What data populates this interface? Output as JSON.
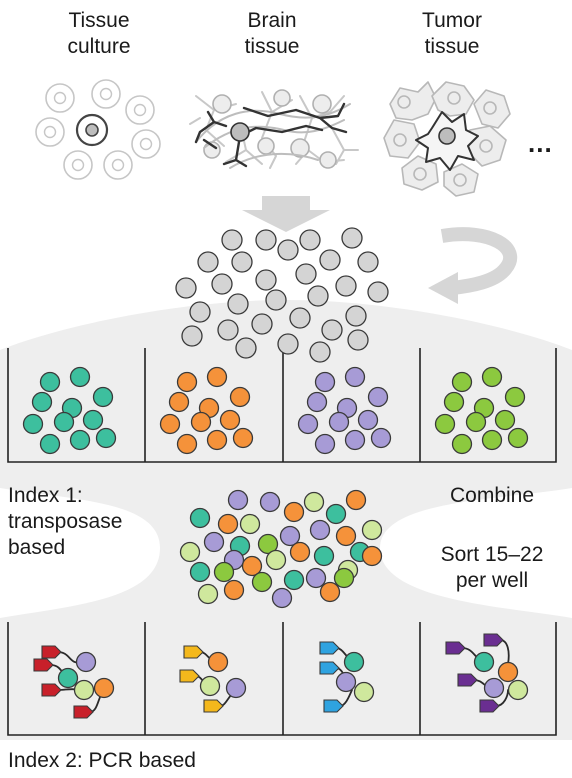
{
  "sources": [
    {
      "line1": "Tissue",
      "line2": "culture"
    },
    {
      "line1": "Brain",
      "line2": "tissue"
    },
    {
      "line1": "Tumor",
      "line2": "tissue"
    }
  ],
  "more_marker": "...",
  "index1": {
    "line1": "Index 1:",
    "line2": "transposase",
    "line3": "based"
  },
  "combine_label": "Combine",
  "sort_label": {
    "line1": "Sort 15–22",
    "line2": "per well"
  },
  "index2_label": "Index 2: PCR based",
  "colors": {
    "gray_fill": "#d4d4d4",
    "gray_stroke": "#777777",
    "teal": "#3dbf9e",
    "orange": "#f5923a",
    "purple": "#a79bd6",
    "green": "#8cc93f",
    "lightgreen": "#cfe89d",
    "tag_red": "#c8202a",
    "tag_yellow": "#f4b81c",
    "tag_blue": "#2fa3e0",
    "tag_purple": "#6a2e91",
    "panel_bg": "#eeeeee"
  }
}
